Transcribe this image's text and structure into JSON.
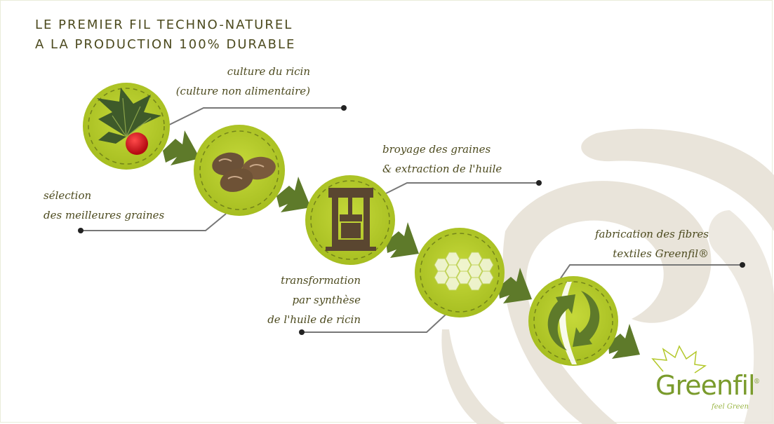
{
  "title": {
    "line1": "LE PREMIER FIL TECHNO-NATUREL",
    "line2": "A LA PRODUCTION 100% DURABLE"
  },
  "steps": [
    {
      "icon": "castor-leaf-icon",
      "lines": [
        "culture du ricin",
        "(culture non alimentaire)"
      ]
    },
    {
      "icon": "seeds-icon",
      "lines": [
        "sélection",
        "des meilleures graines"
      ]
    },
    {
      "icon": "press-icon",
      "lines": [
        "broyage des graines",
        "& extraction de l'huile"
      ]
    },
    {
      "icon": "hexagon-polymer-icon",
      "lines": [
        "transformation",
        "par synthèse",
        "de l'huile de ricin"
      ]
    },
    {
      "icon": "fiber-swirl-icon",
      "lines": [
        "fabrication des fibres",
        "textiles Greenfil®"
      ]
    }
  ],
  "logo": {
    "name": "Greenfil",
    "tagline": "feel Green",
    "reg": "®"
  },
  "colors": {
    "circle": "#b3c82a",
    "arrow": "#5e7a2a",
    "text": "#4c4a1e",
    "line": "#777777",
    "swirl": "#e6e0d5"
  }
}
